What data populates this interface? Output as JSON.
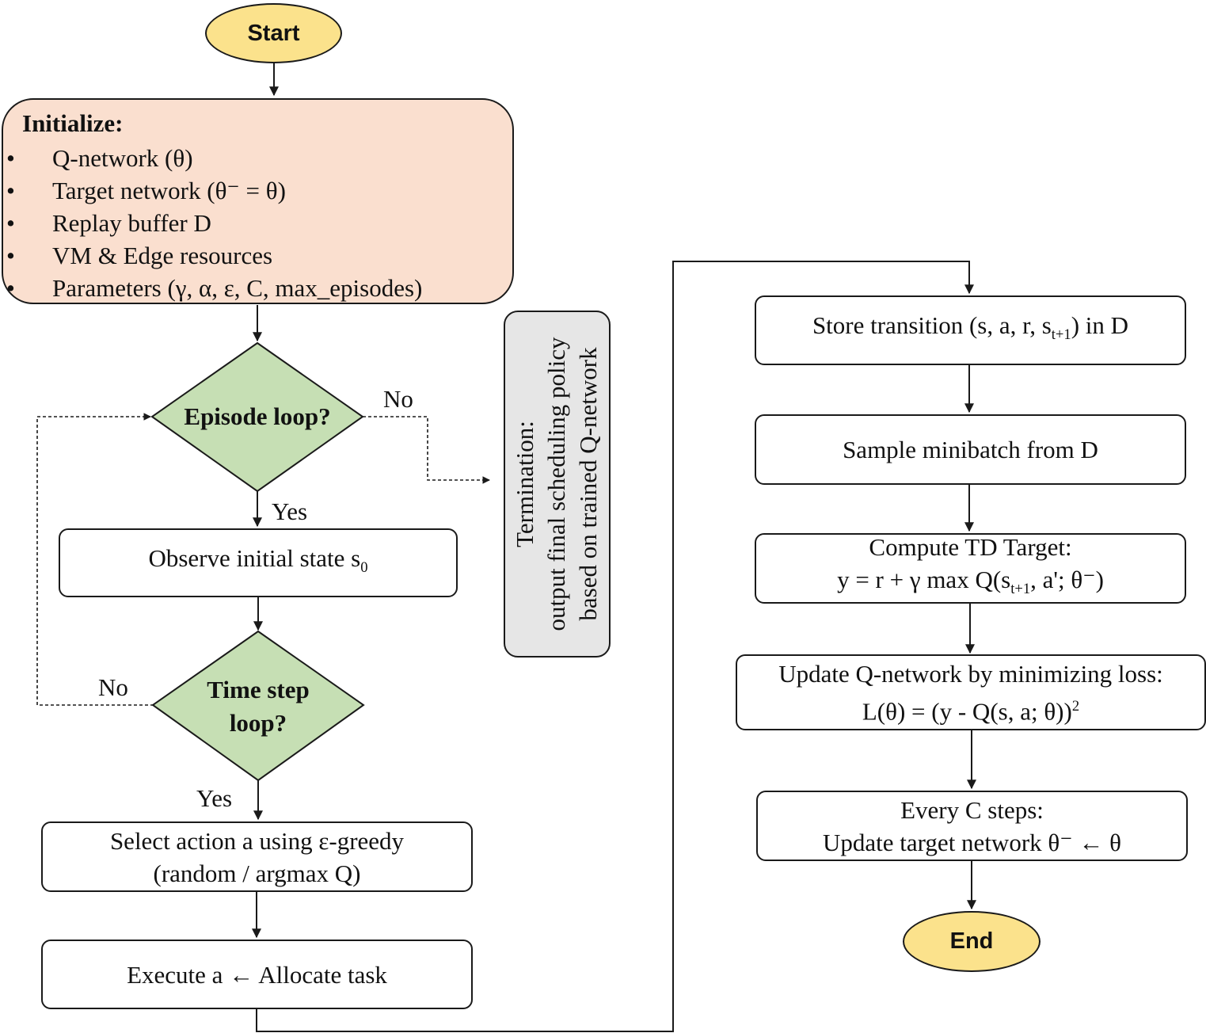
{
  "start": "Start",
  "end": "End",
  "initialize": {
    "title": "Initialize:",
    "bullet": "•",
    "items": [
      "Q-network (θ)",
      "Target network (θ⁻ = θ)",
      "Replay buffer D",
      "VM & Edge resources",
      "Parameters (γ, α, ε, C, max_episodes)"
    ]
  },
  "episode_loop": "Episode loop?",
  "time_step_loop": [
    "Time step",
    "loop?"
  ],
  "labels": {
    "yes": "Yes",
    "no": "No"
  },
  "observe": {
    "text": "Observe initial state s",
    "sub": "0"
  },
  "select_action": [
    "Select action a using ε-greedy",
    "(random / argmax Q)"
  ],
  "execute": "Execute a ← Allocate task",
  "termination": [
    "Termination:",
    "output final scheduling policy",
    "based on trained Q-network"
  ],
  "store": {
    "pre": "Store transition (s, a, r, s",
    "sub": "t+1",
    "post": ") in D"
  },
  "sample": "Sample minibatch from D",
  "compute": {
    "line1": "Compute TD Target:",
    "pre": "y = r + γ max Q(s",
    "sub": "t+1",
    "post": ", a'; θ⁻)"
  },
  "update_q": {
    "line1": "Update Q-network by minimizing loss:",
    "line2": "L(θ) = (y - Q(s, a; θ))",
    "sup": "2"
  },
  "update_target": {
    "line1": "Every C steps:",
    "line2": "Update target network θ⁻ ← θ"
  }
}
